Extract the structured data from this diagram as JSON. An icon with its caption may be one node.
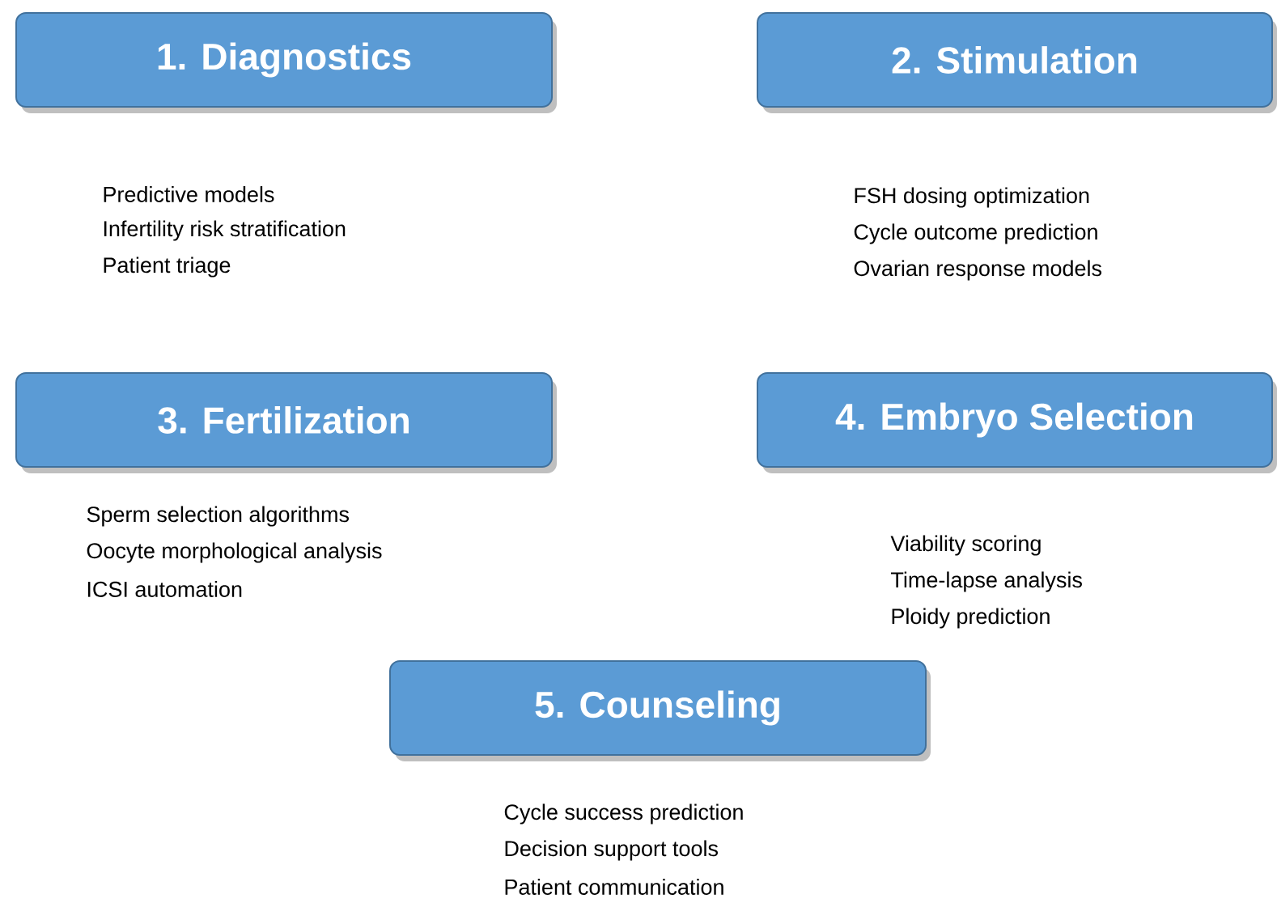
{
  "diagram": {
    "nodes": [
      {
        "text": [
          "1. Diagnostics"
        ],
        "beside": [
          "Predictive models",
          "Infertility risk stratification",
          "Patient triage"
        ]
      },
      {
        "text": [
          "2. Stimulation"
        ],
        "beside": [
          "FSH dosing optimization",
          "Cycle outcome prediction",
          "Ovarian response models"
        ]
      },
      {
        "text": [
          "3. Fertilization"
        ],
        "beside": [
          "Sperm selection algorithms",
          "Oocyte morphological analysis",
          "ICSI automation"
        ]
      },
      {
        "text": [
          "4. Embryo Selection"
        ],
        "beside": [
          "Viability scoring",
          "Time-lapse analysis",
          "Ploidy prediction"
        ]
      },
      {
        "text": [
          "5. Counseling"
        ],
        "beside": [
          "Cycle success prediction",
          "Decision support tools",
          "Patient communication"
        ]
      }
    ]
  }
}
